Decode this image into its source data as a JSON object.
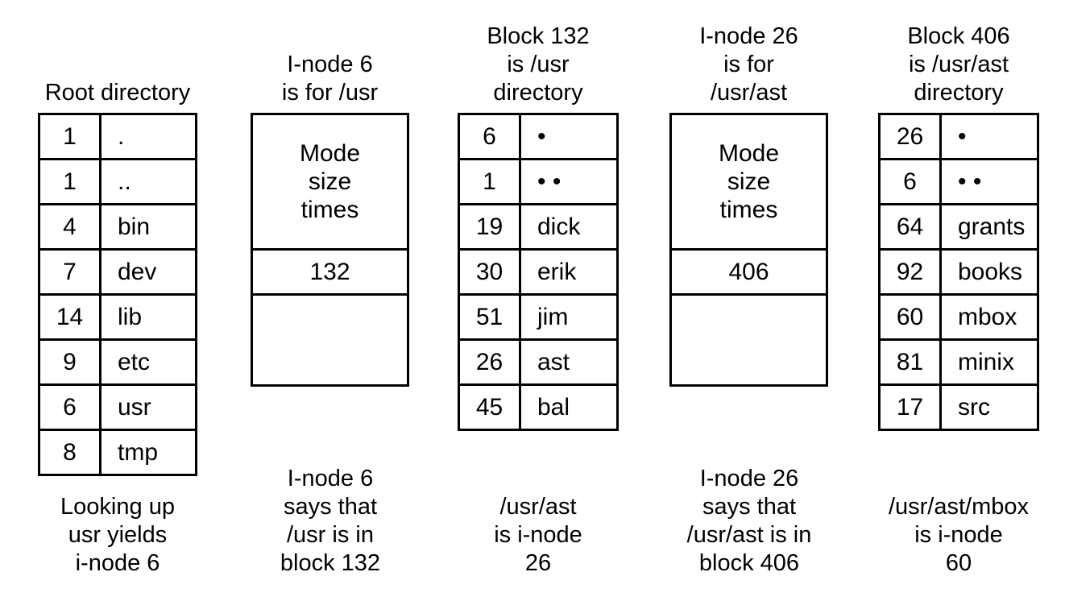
{
  "colors": {
    "background": "#ffffff",
    "line": "#000000",
    "text": "#000000"
  },
  "diagram": {
    "columns": [
      {
        "header_lines": [
          "Root directory"
        ],
        "rows": [
          {
            "inode": "1",
            "name": "."
          },
          {
            "inode": "1",
            "name": ".."
          },
          {
            "inode": "4",
            "name": "bin"
          },
          {
            "inode": "7",
            "name": "dev"
          },
          {
            "inode": "14",
            "name": "lib"
          },
          {
            "inode": "9",
            "name": "etc"
          },
          {
            "inode": "6",
            "name": "usr"
          },
          {
            "inode": "8",
            "name": "tmp"
          }
        ],
        "caption_lines": [
          "Looking up",
          "usr yields",
          "i-node 6"
        ]
      },
      {
        "header_lines": [
          "I-node 6",
          "is for /usr"
        ],
        "inode_fields": [
          "Mode",
          "size",
          "times"
        ],
        "block_pointer": "132",
        "caption_lines": [
          "I-node 6",
          "says that",
          "/usr is in",
          "block 132"
        ]
      },
      {
        "header_lines": [
          "Block 132",
          "is /usr",
          "directory"
        ],
        "rows": [
          {
            "inode": "6",
            "name": "•"
          },
          {
            "inode": "1",
            "name": "• •"
          },
          {
            "inode": "19",
            "name": "dick"
          },
          {
            "inode": "30",
            "name": "erik"
          },
          {
            "inode": "51",
            "name": "jim"
          },
          {
            "inode": "26",
            "name": "ast"
          },
          {
            "inode": "45",
            "name": "bal"
          }
        ],
        "caption_lines": [
          "/usr/ast",
          "is i-node",
          "26"
        ]
      },
      {
        "header_lines": [
          "I-node 26",
          "is for",
          "/usr/ast"
        ],
        "inode_fields": [
          "Mode",
          "size",
          "times"
        ],
        "block_pointer": "406",
        "caption_lines": [
          "I-node 26",
          "says that",
          "/usr/ast is in",
          "block 406"
        ]
      },
      {
        "header_lines": [
          "Block 406",
          "is /usr/ast",
          "directory"
        ],
        "rows": [
          {
            "inode": "26",
            "name": "•"
          },
          {
            "inode": "6",
            "name": "• •"
          },
          {
            "inode": "64",
            "name": "grants"
          },
          {
            "inode": "92",
            "name": "books"
          },
          {
            "inode": "60",
            "name": "mbox"
          },
          {
            "inode": "81",
            "name": "minix"
          },
          {
            "inode": "17",
            "name": "src"
          }
        ],
        "caption_lines": [
          "/usr/ast/mbox",
          "is i-node",
          "60"
        ]
      }
    ]
  }
}
